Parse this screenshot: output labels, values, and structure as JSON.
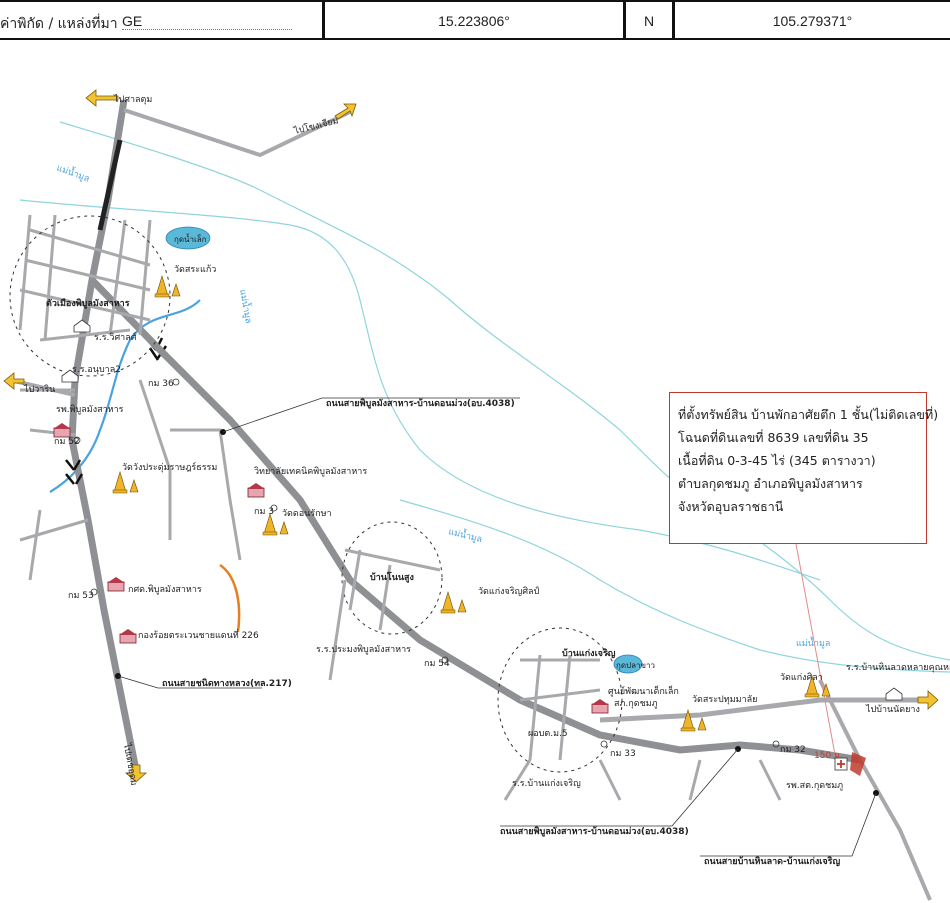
{
  "header": {
    "label": "ค่าพิกัด / แหล่งที่มา",
    "source": "GE",
    "latitude": "15.223806°",
    "ns": "N",
    "longitude": "105.279371°"
  },
  "infobox": {
    "line1": "ที่ตั้งทรัพย์สิน บ้านพักอาศัยตึก 1 ชั้น(ไม่ติดเลขที่)",
    "line2": "โฉนดที่ดินเลขที่ 8639   เลขที่ดิน 35",
    "line3": "เนื้อที่ดิน 0-3-45 ไร่  (345 ตารางวา)",
    "line4": "ตำบลกุดชมภู  อำเภอพิบูลมังสาหาร",
    "line5": "จังหวัดอุบลราชธานี"
  },
  "labels": {
    "to_north": "ไปศาลตุม",
    "to_nongkha": "ไปโขงเจียม",
    "to_west": "ไปวาริน",
    "to_south": "ไปเดชอุดม",
    "to_east": "ไปบ้านนัดยาง",
    "river_moon_1": "แม่น้ำมูล",
    "river_moon_2": "แม่น้ำมูล",
    "river_moon_3": "แม่น้ำมูล",
    "river_moon_4": "แม่น้ำมูล",
    "pond": "กุดน้ำเล็ก",
    "pond2": "กุดปลาขาว",
    "wat_sakaew": "วัดสระแก้ว",
    "town": "ตัวเมืองพิบูลมังสาหาร",
    "school_1": "ร.ร.วิศาลศ์",
    "school_2": "ร.ร.อนุบาล2",
    "km36": "กม 36",
    "hospital_pibun": "รพ.พิบูลมังสาหาร",
    "km52": "กม 52",
    "road_4038": "ถนนสายพิบูลมังสาหาร-บ้านดอนม่วง(อบ.4038)",
    "wat_prachum": "วัดวังประดุ่มราษฎร์ธรรม",
    "college": "วิทยาลัยเทคนิคพิบูลมังสาหาร",
    "km_small": "กม 3",
    "wat_donrak": "วัดดอนรักษา",
    "ban_nonsung": "บ้านโนนสูง",
    "wat_kaeng": "วัดแก่งจริญศิลป์",
    "km53": "กม 53",
    "land_office": "กศด.พิบูลมังสาหาร",
    "road_217": "ถนนสายชนิดทางหลวง(ทล.217)",
    "water_dept": "กองร้อยตระเวนชายแดนที่ 226",
    "school_pramong": "ร.ร.ประมงพิบูลมังสาหาร",
    "km54": "กม 54",
    "ban_kaeng": "บ้านแก่งเจริญ",
    "health_center": "ศูนย์พัฒนาเด็กเล็ก",
    "police": "สภ.กุดชมภู",
    "wat_sapathum": "วัดสระปทุมมาลัย",
    "wat_kaeng_sila": "วัดแก่งศิลา",
    "school_phi": "ร.ร.บ้านหินลาดหลายคุณหอ",
    "sub_office": "ผอบต.ม.5",
    "km33": "กม 33",
    "school_kaeng": "ร.ร.บ้านแก่งเจริญ",
    "km32": "กม 32",
    "dist_150": "150 ม.",
    "hospital_kut": "รพ.สต.กุดชมภู",
    "road_4038b": "ถนนสายพิบูลมังสาหาร-บ้านดอนม่วง(อบ.4038)",
    "road_hin": "ถนนสายบ้านหินลาด-บ้านแก่งเจริญ"
  },
  "colors": {
    "road": "#a7a9ac",
    "road_main": "#8e9094",
    "river": "#8fd4de",
    "river_blue": "#4aa3df",
    "water": "#5ab8d8",
    "arrow": "#f1c232",
    "red": "#c0392b",
    "orange": "#e67e22",
    "temple": "#f0b429"
  }
}
